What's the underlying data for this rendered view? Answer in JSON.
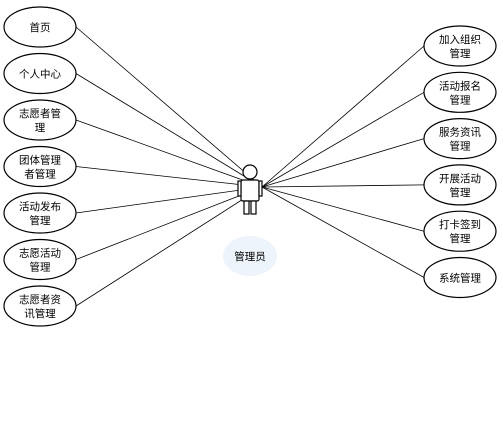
{
  "actor": {
    "label": "管理员",
    "icon": "person-icon"
  },
  "left_use_cases": [
    {
      "lines": [
        "首页"
      ]
    },
    {
      "lines": [
        "个人中心"
      ]
    },
    {
      "lines": [
        "志愿者管",
        "理"
      ]
    },
    {
      "lines": [
        "团体管理",
        "者管理"
      ]
    },
    {
      "lines": [
        "活动发布",
        "管理"
      ]
    },
    {
      "lines": [
        "志愿活动",
        "管理"
      ]
    },
    {
      "lines": [
        "志愿者资",
        "讯管理"
      ]
    }
  ],
  "right_use_cases": [
    {
      "lines": [
        "加入组织",
        "管理"
      ]
    },
    {
      "lines": [
        "活动报名",
        "管理"
      ]
    },
    {
      "lines": [
        "服务资讯",
        "管理"
      ]
    },
    {
      "lines": [
        "开展活动",
        "管理"
      ]
    },
    {
      "lines": [
        "打卡签到",
        "管理"
      ]
    },
    {
      "lines": [
        "系统管理"
      ]
    }
  ]
}
